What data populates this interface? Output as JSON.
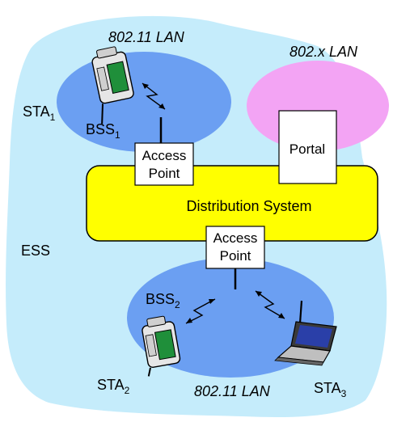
{
  "colors": {
    "ess": "#c5ecfb",
    "bss": "#6b9ff2",
    "portal_lan": "#f3a4f4",
    "distribution_system": "#ffff00",
    "box": "#ffffff"
  },
  "labels": {
    "lan_top": "802.11 LAN",
    "lan_other": "802.x LAN",
    "lan_bottom": "802.11 LAN",
    "ess": "ESS",
    "distribution_system": "Distribution System",
    "portal": "Portal",
    "ap_top_line1": "Access",
    "ap_top_line2": "Point",
    "ap_bottom_line1": "Access",
    "ap_bottom_line2": "Point",
    "sta1": "STA",
    "sta1_sub": "1",
    "sta2": "STA",
    "sta2_sub": "2",
    "sta3": "STA",
    "sta3_sub": "3",
    "bss1": "BSS",
    "bss1_sub": "1",
    "bss2": "BSS",
    "bss2_sub": "2"
  },
  "icons": {
    "sta1": "pda-icon",
    "sta2": "pda-icon",
    "sta3": "laptop-icon",
    "wireless": "wireless-link-icon"
  }
}
